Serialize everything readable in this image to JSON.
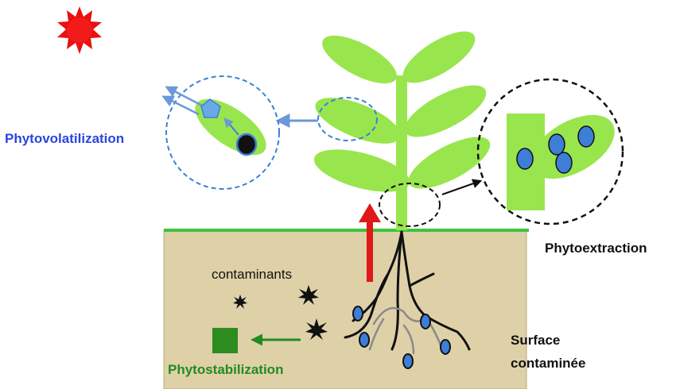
{
  "labels": {
    "phytovolatilization": "Phytovolatilization",
    "phytoextraction": "Phytoextraction",
    "contaminants": "contaminants",
    "surface_line1": "Surface",
    "surface_line2": "contaminée",
    "phytostabilization": "Phytostabilization"
  },
  "colors": {
    "plant_green": "#99e54d",
    "soil": "#ded1a8",
    "ground_line": "#3bc43b",
    "contaminant_blue": "#3d7fd6",
    "arrow_blue": "#6a98d8",
    "phytovolatilization_text": "#2b45e0",
    "phytostabilization_text": "#228b22",
    "uptake_arrow": "#e01818",
    "sun": "#e81010"
  }
}
